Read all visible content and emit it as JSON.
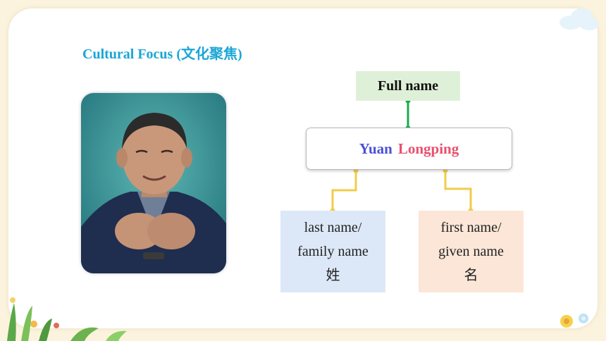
{
  "heading": "Cultural Focus (文化聚焦)",
  "photo": {
    "subject": "portrait-photo"
  },
  "diagram": {
    "full_name_label": "Full name",
    "surname": "Yuan",
    "given_name": "Longping",
    "left_box": {
      "line1": "last name/",
      "line2": "family name",
      "line3": "姓"
    },
    "right_box": {
      "line1": "first name/",
      "line2": "given name",
      "line3": "名"
    }
  },
  "colors": {
    "heading": "#1aa6d6",
    "surname": "#4b4fd8",
    "given_name": "#e8506e",
    "green_connector": "#1aaa4a",
    "yellow_connector": "#f2cc4a"
  }
}
